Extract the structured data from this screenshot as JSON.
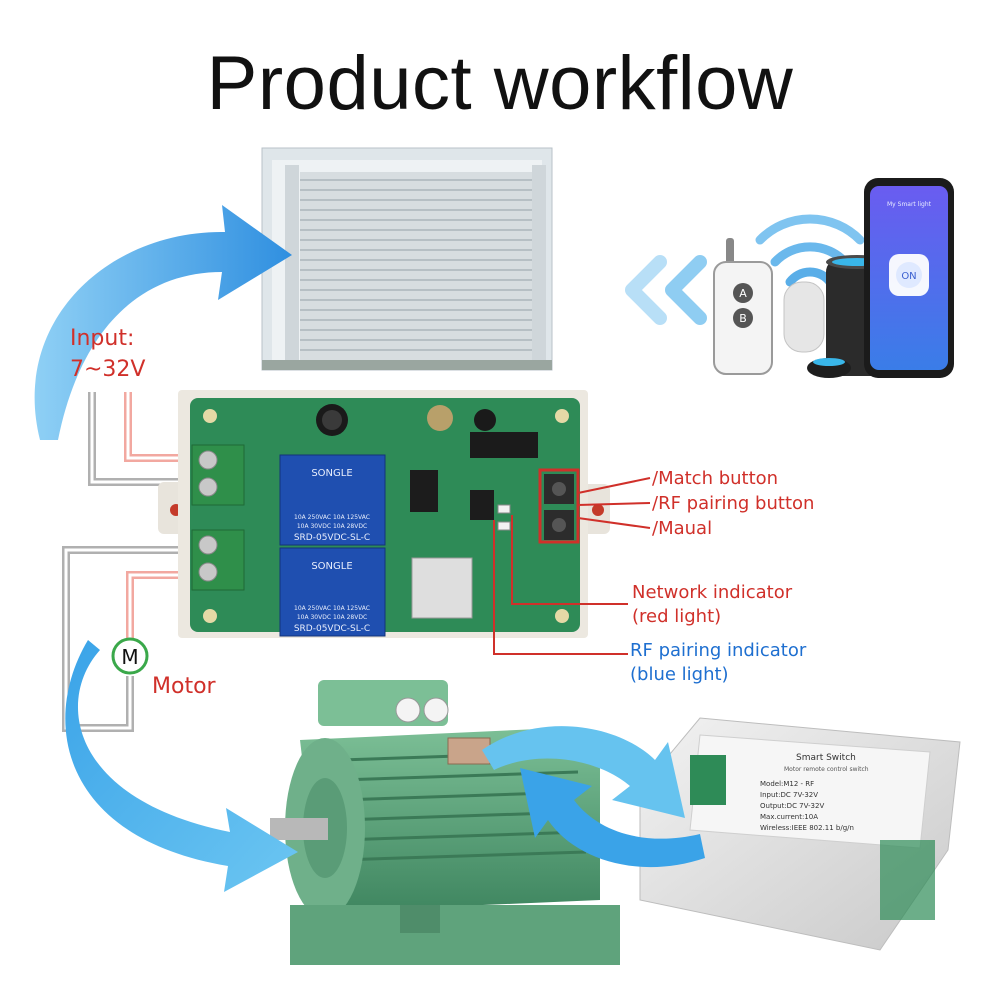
{
  "title": "Product workflow",
  "input_label": {
    "line1": "Input:",
    "line2": "7~32V"
  },
  "motor": {
    "symbol": "M",
    "label": "Motor"
  },
  "buttons": {
    "match": "/Match button",
    "rf_pairing": "/RF pairing button",
    "manual": "/Maual"
  },
  "network_indicator": {
    "line1": "Network indicator",
    "line2": "(red light)"
  },
  "rf_indicator": {
    "line1": "RF pairing indicator",
    "line2": "(blue light)"
  },
  "relay": {
    "brand": "SONGLE",
    "model": "SRD-05VDC-SL-C",
    "rating_a": "10A 250VAC  10A 125VAC",
    "rating_b": "10A 30VDC  10A 28VDC"
  },
  "smart_switch": {
    "title": "Smart Switch",
    "subtitle": "Motor remote control switch",
    "model": "Model:M12 - RF",
    "input": "Input:DC 7V-32V",
    "output": "Output:DC 7V-32V",
    "max_current": "Max.current:10A",
    "wireless": "Wireless:IEEE 802.11 b/g/n"
  },
  "phone": {
    "header": "My Smart light",
    "button": "ON"
  },
  "remote": {
    "btn_a": "A",
    "btn_b": "B"
  },
  "colors": {
    "red_label": "#d0302a",
    "blue_label": "#1e6fd0",
    "arrow_blue": "#3aa3e8",
    "pcb_green": "#2e8b57",
    "motor_green": "#5fa37c"
  }
}
